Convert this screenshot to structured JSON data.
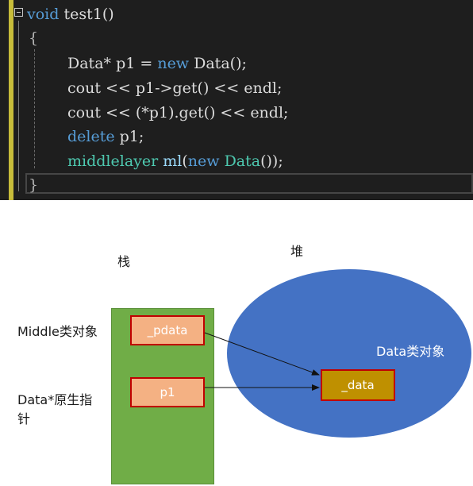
{
  "code": {
    "line1": {
      "kw": "void",
      "name": " test1()"
    },
    "line2": "{",
    "line3": {
      "a": "Data",
      "b": "* p1 = ",
      "c": "new",
      "d": " ",
      "e": "Data",
      "f": "();"
    },
    "line4": {
      "a": "cout",
      "b": " << ",
      "c": "p1",
      "d": "->",
      "e": "get",
      "f": "() << ",
      "g": "endl",
      "h": ";"
    },
    "line5": {
      "a": "cout",
      "b": " << (*",
      "c": "p1",
      "d": ").",
      "e": "get",
      "f": "() << ",
      "g": "endl",
      "h": ";"
    },
    "line6": {
      "a": "delete",
      "b": " p1;"
    },
    "line7": {
      "a": "middlelayer",
      "b": " ",
      "c": "ml",
      "d": "(",
      "e": "new",
      "f": " ",
      "g": "Data",
      "h": "());"
    },
    "line8": "}"
  },
  "colors": {
    "keyword": "#569cd6",
    "type": "#4ec9b0",
    "function": "#dcdcaa",
    "variable": "#9cdcfe",
    "stack": "#70ad47",
    "heap": "#4472c4",
    "box": "#f4b183",
    "data_box": "#bf9000",
    "border": "#c00000"
  },
  "diagram": {
    "stack_label": "栈",
    "heap_label": "堆",
    "middle_label": "Middle类对象",
    "pointer_label": "Data*原生指针",
    "heap_object_label": "Data类对象",
    "pdata": "_pdata",
    "p1": "p1",
    "data": "_data"
  }
}
